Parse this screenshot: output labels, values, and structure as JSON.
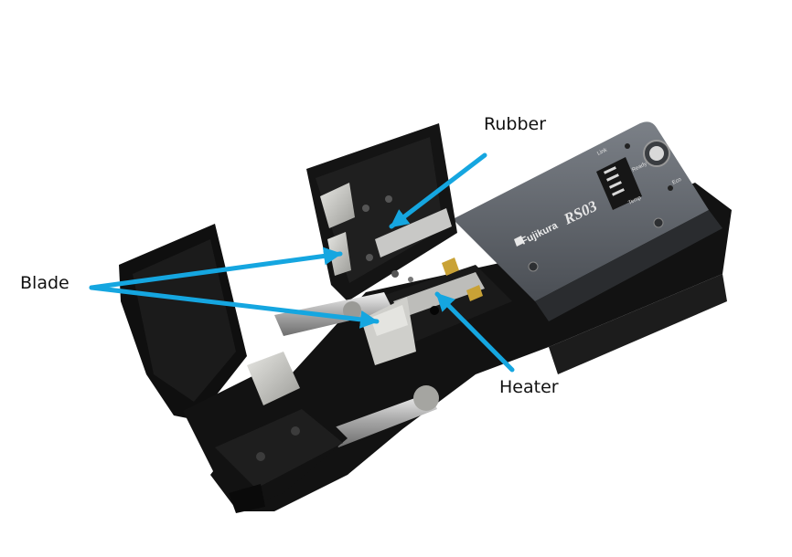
{
  "labels": {
    "rubber": "Rubber",
    "blade": "Blade",
    "heater": "Heater"
  },
  "device": {
    "brand": "Fujikura",
    "model": "RS03",
    "indicators": [
      "Link",
      "Ready",
      "Eco",
      "Temp"
    ]
  },
  "colors": {
    "arrow": "#15a6e0",
    "body": "#111111",
    "panel": "#5d6269",
    "metal": "#c4c4c0"
  }
}
